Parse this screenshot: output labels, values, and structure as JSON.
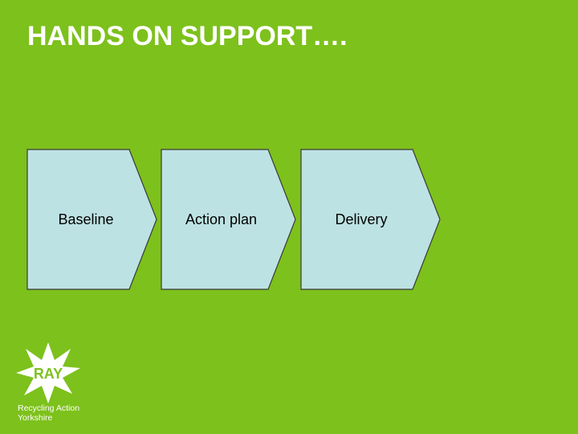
{
  "slide": {
    "title": "HANDS ON SUPPORT…."
  },
  "steps": [
    {
      "label": "Baseline"
    },
    {
      "label": "Action plan"
    },
    {
      "label": "Delivery"
    }
  ],
  "colors": {
    "background": "#7dc11c",
    "chevron_fill": "#bde2e4",
    "chevron_stroke": "#3a3a3a",
    "title": "#ffffff"
  },
  "logo": {
    "mark_text": "RAY",
    "line1": "Recycling Action",
    "line2": "Yorkshire"
  }
}
